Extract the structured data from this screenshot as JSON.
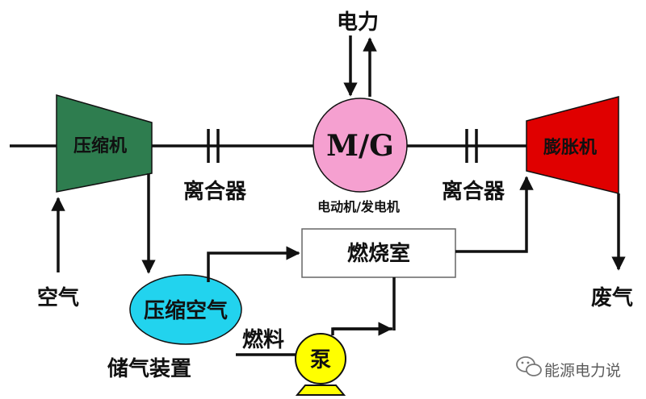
{
  "diagram": {
    "compressor": {
      "label": "压缩机",
      "color": "#2e7d4f"
    },
    "expander": {
      "label": "膨胀机",
      "color": "#e00000"
    },
    "motor_generator": {
      "label": "M/G",
      "caption": "电动机/发电机",
      "color": "#f5a0d0"
    },
    "power": {
      "label": "电力"
    },
    "clutch_left": {
      "label": "离合器"
    },
    "clutch_right": {
      "label": "离合器"
    },
    "air_in": {
      "label": "空气"
    },
    "exhaust": {
      "label": "废气"
    },
    "storage": {
      "label": "压缩空气",
      "caption": "储气装置",
      "color": "#22d3ee"
    },
    "combustor": {
      "label": "燃烧室"
    },
    "fuel": {
      "label": "燃料"
    },
    "pump": {
      "label": "泵",
      "color": "#ffff00"
    }
  },
  "watermark": {
    "text": "能源电力说"
  }
}
